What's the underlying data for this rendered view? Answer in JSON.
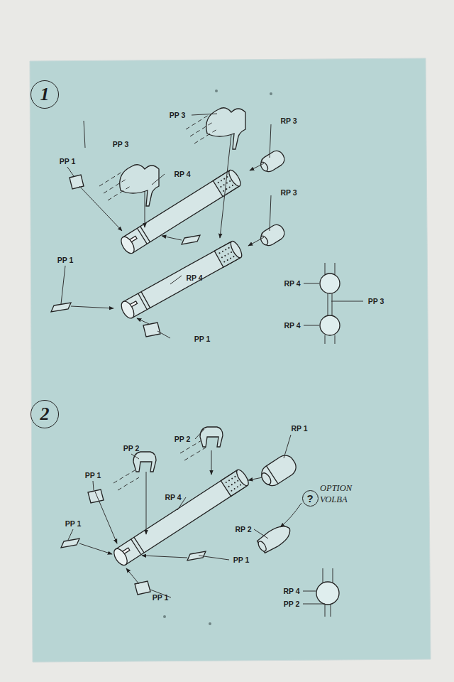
{
  "diagram": {
    "nodes": [
      {
        "text": [
          "1"
        ]
      },
      {
        "text": [
          "2"
        ]
      },
      {
        "text": [
          "?"
        ]
      }
    ],
    "labels": [
      "PP 3",
      "PP 3",
      "RP 3",
      "PP 1",
      "RP 4",
      "RP 3",
      "PP 1",
      "RP 4",
      "RP 4",
      "PP 3",
      "RP 4",
      "PP 1",
      "PP 2",
      "PP 2",
      "RP 1",
      "PP 1",
      "RP 4",
      "OPTION",
      "VOLBA",
      "PP 1",
      "RP 2",
      "PP 1",
      "RP 4",
      "PP 2",
      "PP 1"
    ]
  }
}
